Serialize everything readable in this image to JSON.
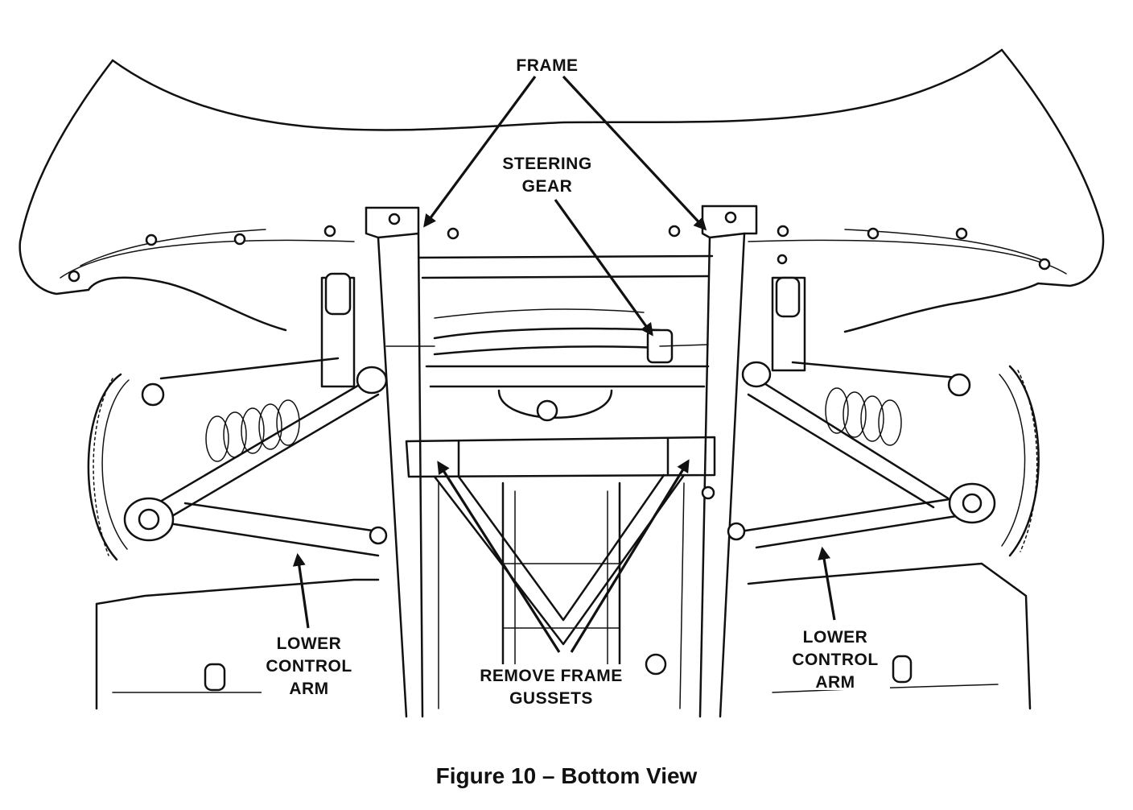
{
  "labels": {
    "frame": "FRAME",
    "steering_gear_line1": "STEERING",
    "steering_gear_line2": "GEAR",
    "lower_control_arm_left_line1": "LOWER",
    "lower_control_arm_left_line2": "CONTROL",
    "lower_control_arm_left_line3": "ARM",
    "lower_control_arm_right_line1": "LOWER",
    "lower_control_arm_right_line2": "CONTROL",
    "lower_control_arm_right_line3": "ARM",
    "remove_frame_gussets_line1": "REMOVE FRAME",
    "remove_frame_gussets_line2": "GUSSETS"
  },
  "caption": "Figure 10 – Bottom View"
}
